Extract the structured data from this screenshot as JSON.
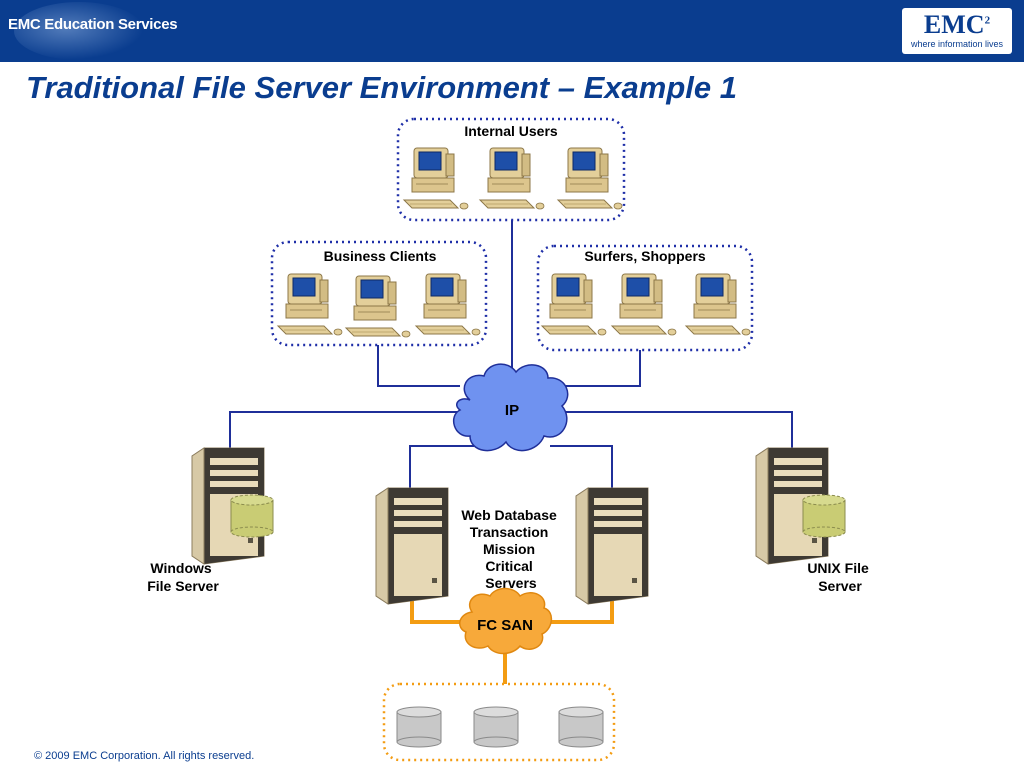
{
  "header": {
    "left_logo": "EMC Education Services",
    "emc_logo": "EMC",
    "emc_superscript": "2",
    "emc_tagline": "where information lives"
  },
  "title": "Traditional File Server Environment – Example 1",
  "groups": {
    "internal_users": "Internal Users",
    "business_clients": "Business Clients",
    "surfers_shoppers": "Surfers, Shoppers"
  },
  "network": {
    "ip": "IP",
    "fc_san": "FC SAN"
  },
  "servers": {
    "windows": [
      "Windows",
      "File Server"
    ],
    "unix": [
      "UNIX File",
      "Server"
    ],
    "web_database": [
      "Web Database",
      "Transaction",
      "Mission",
      "Critical",
      "Servers"
    ]
  },
  "colors": {
    "header_bg": "#0a3d8f",
    "title": "#0a3d8f",
    "lan_line": "#1f2f99",
    "dotted_border": "#1f2fa8",
    "cloud_fill": "#6f92f0",
    "san_line": "#f39c12",
    "san_cloud": "#f7a93a",
    "storage_gray": "#c8c8c8"
  },
  "footer": "© 2009 EMC Corporation. All rights reserved."
}
